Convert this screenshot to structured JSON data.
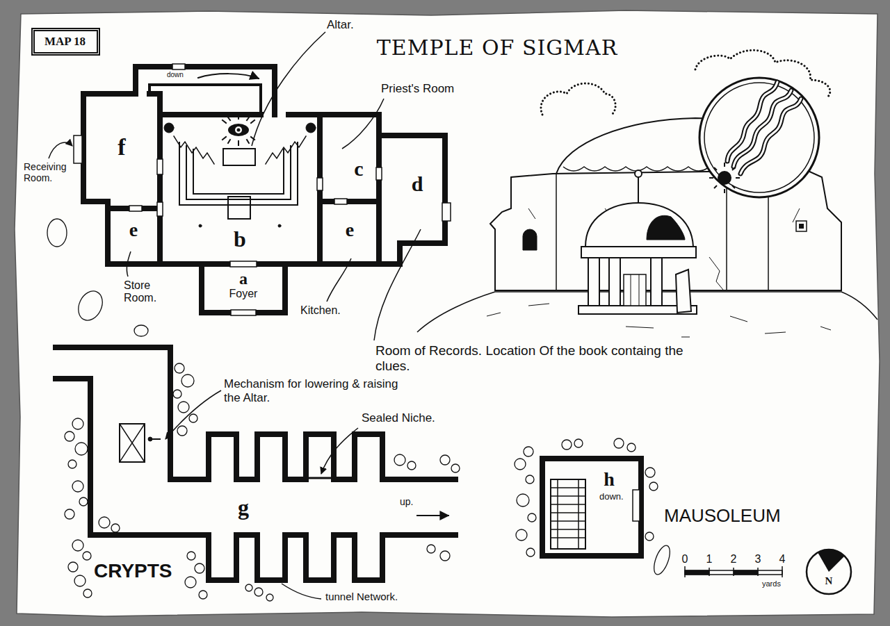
{
  "diagram": {
    "title": "TEMPLE OF SIGMAR",
    "nodes": [
      {
        "text": [
          "MAP 18"
        ]
      }
    ],
    "labels": [
      "Altar.",
      "Priest's Room",
      "Receiving Room.",
      "f",
      "c",
      "d",
      "e",
      "b",
      "e",
      "a",
      "Foyer",
      "Store Room.",
      "Kitchen.",
      "down",
      "Room of Records. Location Of the book containg the clues.",
      "Mechanism for lowering & raising the Altar.",
      "Sealed Niche.",
      "g",
      "up.",
      "CRYPTS",
      "tunnel Network.",
      "h",
      "down.",
      "MAUSOLEUM",
      "0",
      "1",
      "2",
      "3",
      "4",
      "yards",
      "N"
    ]
  }
}
